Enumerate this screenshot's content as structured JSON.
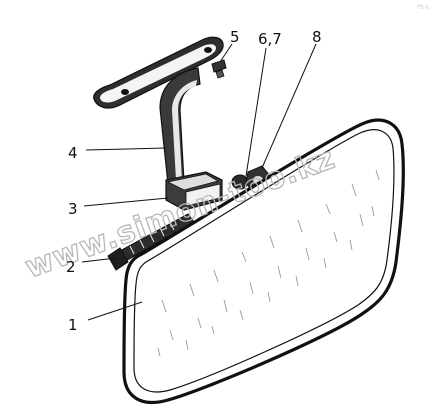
{
  "diagram": {
    "callouts": [
      {
        "id": "1",
        "text": "1"
      },
      {
        "id": "2",
        "text": "2"
      },
      {
        "id": "3",
        "text": "3"
      },
      {
        "id": "4",
        "text": "4"
      },
      {
        "id": "5",
        "text": "5"
      },
      {
        "id": "67",
        "text": "6,7"
      },
      {
        "id": "8",
        "text": "8"
      }
    ],
    "watermark": "www.simon-too.kz",
    "corner_mark": "Ptrs"
  }
}
